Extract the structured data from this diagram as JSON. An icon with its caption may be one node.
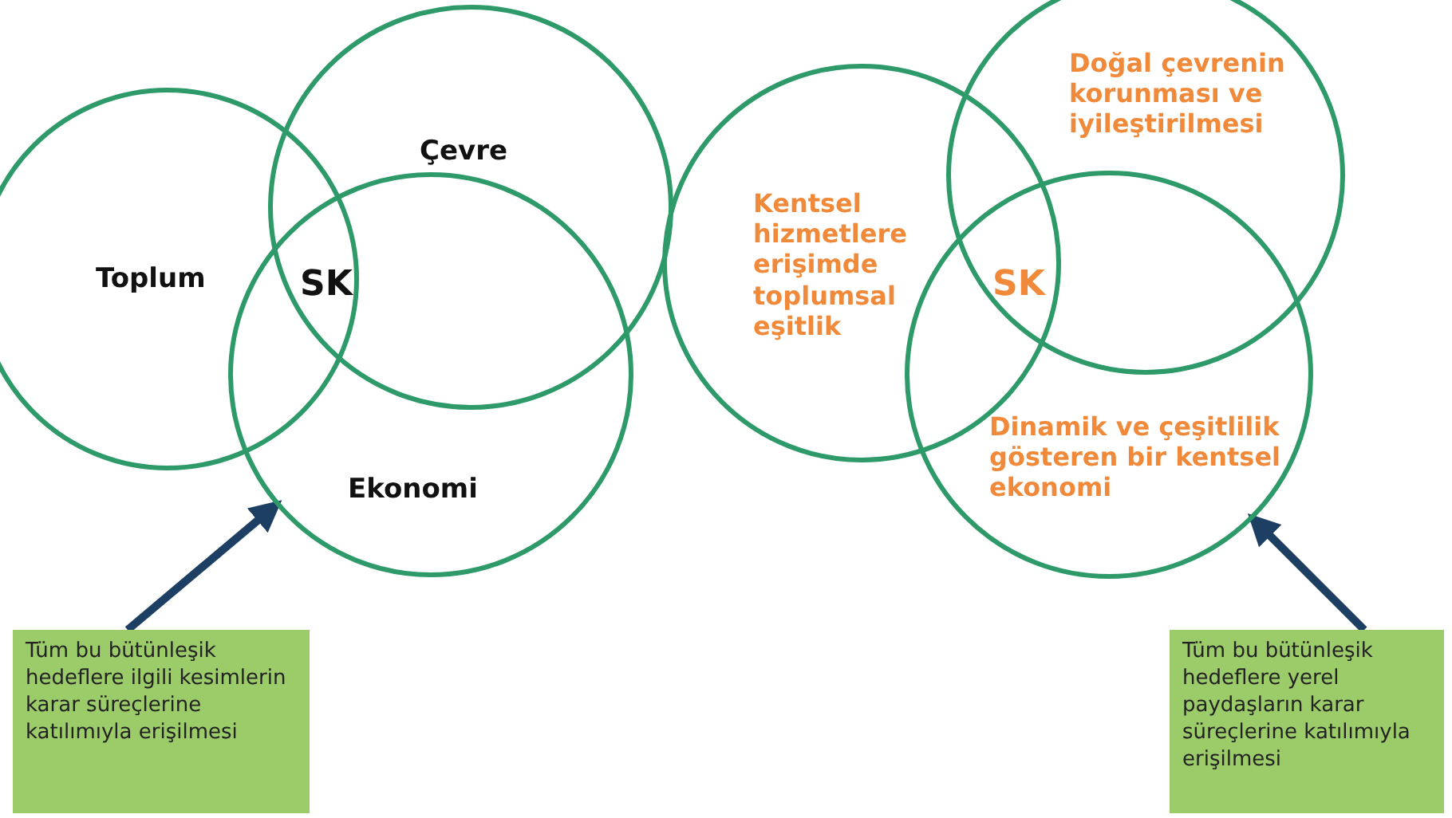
{
  "diagram": {
    "nodes": [
      {
        "text": [
          "Toplum"
        ]
      },
      {
        "text": [
          "Çevre"
        ]
      },
      {
        "text": [
          "Ekonomi"
        ]
      },
      {
        "text": [
          "Kentsel hizmetlere erişimde toplumsal eşitlik"
        ]
      },
      {
        "text": [
          "Doğal çevrenin korunması ve iyileştirilmesi"
        ]
      },
      {
        "text": [
          "Dinamik ve çeşitlilik gösteren bir kentsel ekonomi"
        ]
      },
      {
        "text": [
          "Tüm bu bütünleşik hedeflere ilgili kesimlerin karar süreçlerine katılımıyla erişilmesi"
        ]
      },
      {
        "text": [
          "Tüm bu bütünleşik hedeflere yerel paydaşların karar süreçlerine katılımıyla erişilmesi"
        ]
      }
    ],
    "edges": [
      {
        "from": 6,
        "to": 2,
        "arrow": "to"
      },
      {
        "from": 7,
        "to": 5,
        "arrow": "to"
      }
    ],
    "labels": [
      "SK",
      "SK"
    ]
  }
}
